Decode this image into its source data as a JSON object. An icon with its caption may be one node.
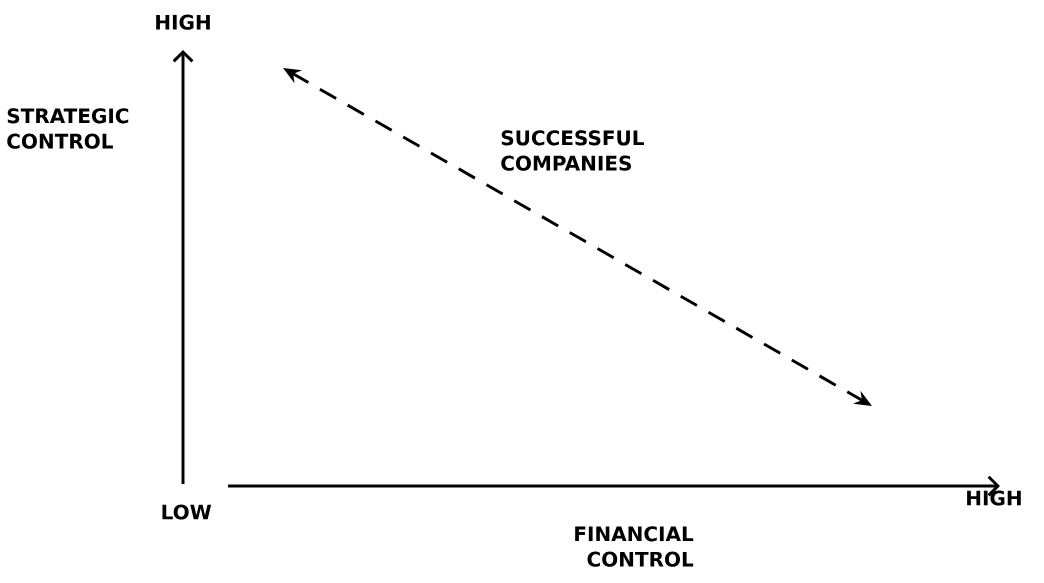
{
  "diagram": {
    "labels": [
      "HIGH",
      "STRATEGIC CONTROL",
      "SUCCESSFUL COMPANIES",
      "LOW",
      "HIGH",
      "FINANCIAL CONTROL"
    ]
  }
}
